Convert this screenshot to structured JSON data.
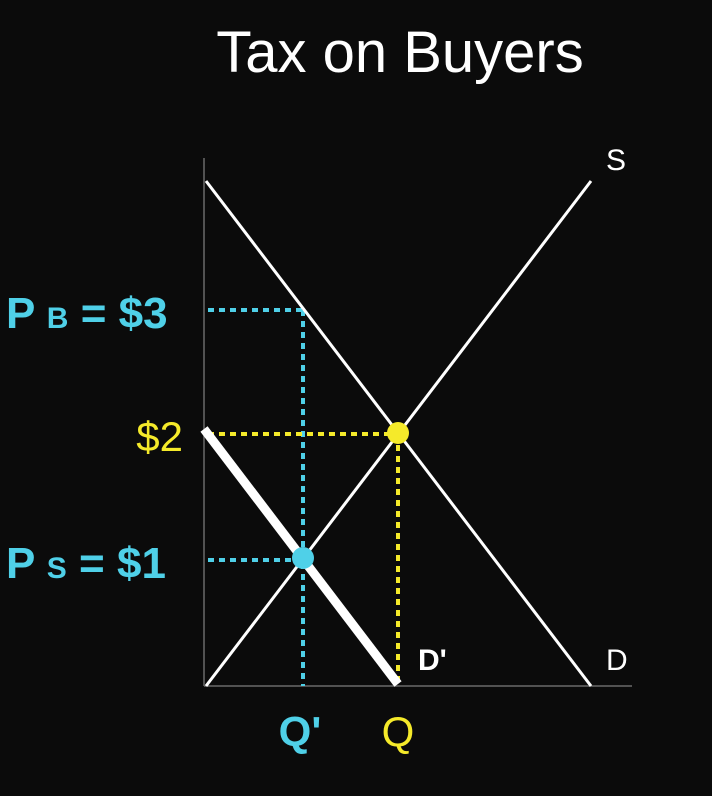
{
  "title": "Tax on Buyers",
  "colors": {
    "background": "#0b0b0b",
    "curves": "#ffffff",
    "buyer_seller": "#4fd0e8",
    "equilibrium": "#f5ea2a"
  },
  "labels": {
    "supply": "S",
    "demand": "D",
    "new_demand": "D'",
    "price_buyers_main": "P",
    "price_buyers_sub": "B",
    "price_buyers_value": " = $3",
    "price_sellers_main": "P",
    "price_sellers_sub": "S",
    "price_sellers_value": " = $1",
    "price_equilibrium": "$2",
    "quantity_tax": "Q'",
    "quantity_equilibrium": "Q"
  },
  "chart_data": {
    "type": "line",
    "title": "Tax on Buyers",
    "ylim": [
      0,
      4.3
    ],
    "xlim": [
      0,
      4.3
    ],
    "series": [
      {
        "name": "S",
        "x": [
          0,
          4.2
        ],
        "y": [
          0,
          4.2
        ]
      },
      {
        "name": "D",
        "x": [
          0,
          4
        ],
        "y": [
          4,
          0
        ]
      },
      {
        "name": "D'",
        "x": [
          0,
          2
        ],
        "y": [
          2,
          0
        ]
      }
    ],
    "points": [
      {
        "label": "$2",
        "x": 2,
        "y": 2,
        "color": "#f5ea2a"
      },
      {
        "label": "$1",
        "x": 1,
        "y": 1,
        "color": "#4fd0e8"
      }
    ],
    "guides": [
      {
        "price": 3,
        "quantity": 1,
        "label_price": "PB = $3",
        "label_quantity": "Q'"
      },
      {
        "price": 2,
        "quantity": 2,
        "label_price": "$2",
        "label_quantity": "Q"
      },
      {
        "price": 1,
        "quantity": 1,
        "label_price": "PS = $1",
        "label_quantity": "Q'"
      }
    ]
  }
}
